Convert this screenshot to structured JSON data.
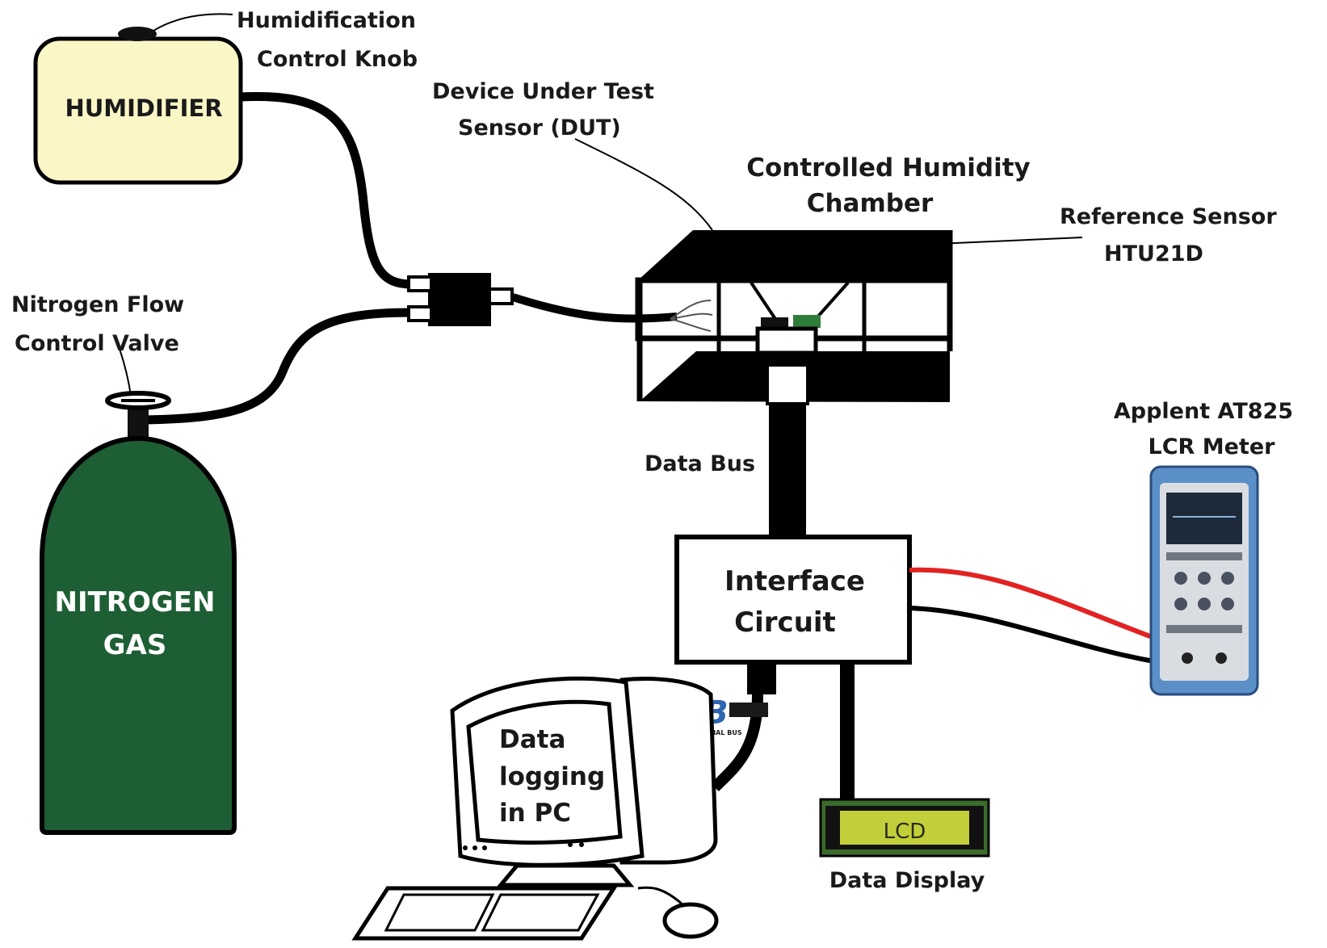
{
  "labels": {
    "humidifier": "HUMIDIFIER",
    "knob_line1": "Humidification",
    "knob_line2": "Control Knob",
    "dut_line1": "Device Under Test",
    "dut_line2": "Sensor (DUT)",
    "chamber_line1": "Controlled Humidity",
    "chamber_line2": "Chamber",
    "ref_line1": "Reference Sensor",
    "ref_line2": "HTU21D",
    "valve_line1": "Nitrogen Flow",
    "valve_line2": "Control Valve",
    "nitrogen_line1": "NITROGEN",
    "nitrogen_line2": "GAS",
    "data_bus": "Data Bus",
    "interface_line1": "Interface",
    "interface_line2": "Circuit",
    "lcr_line1": "Applent AT825",
    "lcr_line2": "LCR Meter",
    "usb_logo": "USB",
    "usb_sub": "UNIVERSAL SERIAL BUS",
    "pc_line1": "Data",
    "pc_line2": "logging",
    "pc_line3": "in PC",
    "lcd_screen": "LCD",
    "data_display": "Data Display"
  },
  "colors": {
    "humidifier_fill": "#fbf6c6",
    "cylinder_fill": "#1e5e35",
    "lcd_fill": "#c3cf3a",
    "meter_body": "#5b8fc8",
    "red_wire": "#e32222",
    "pipe": "#000000"
  }
}
